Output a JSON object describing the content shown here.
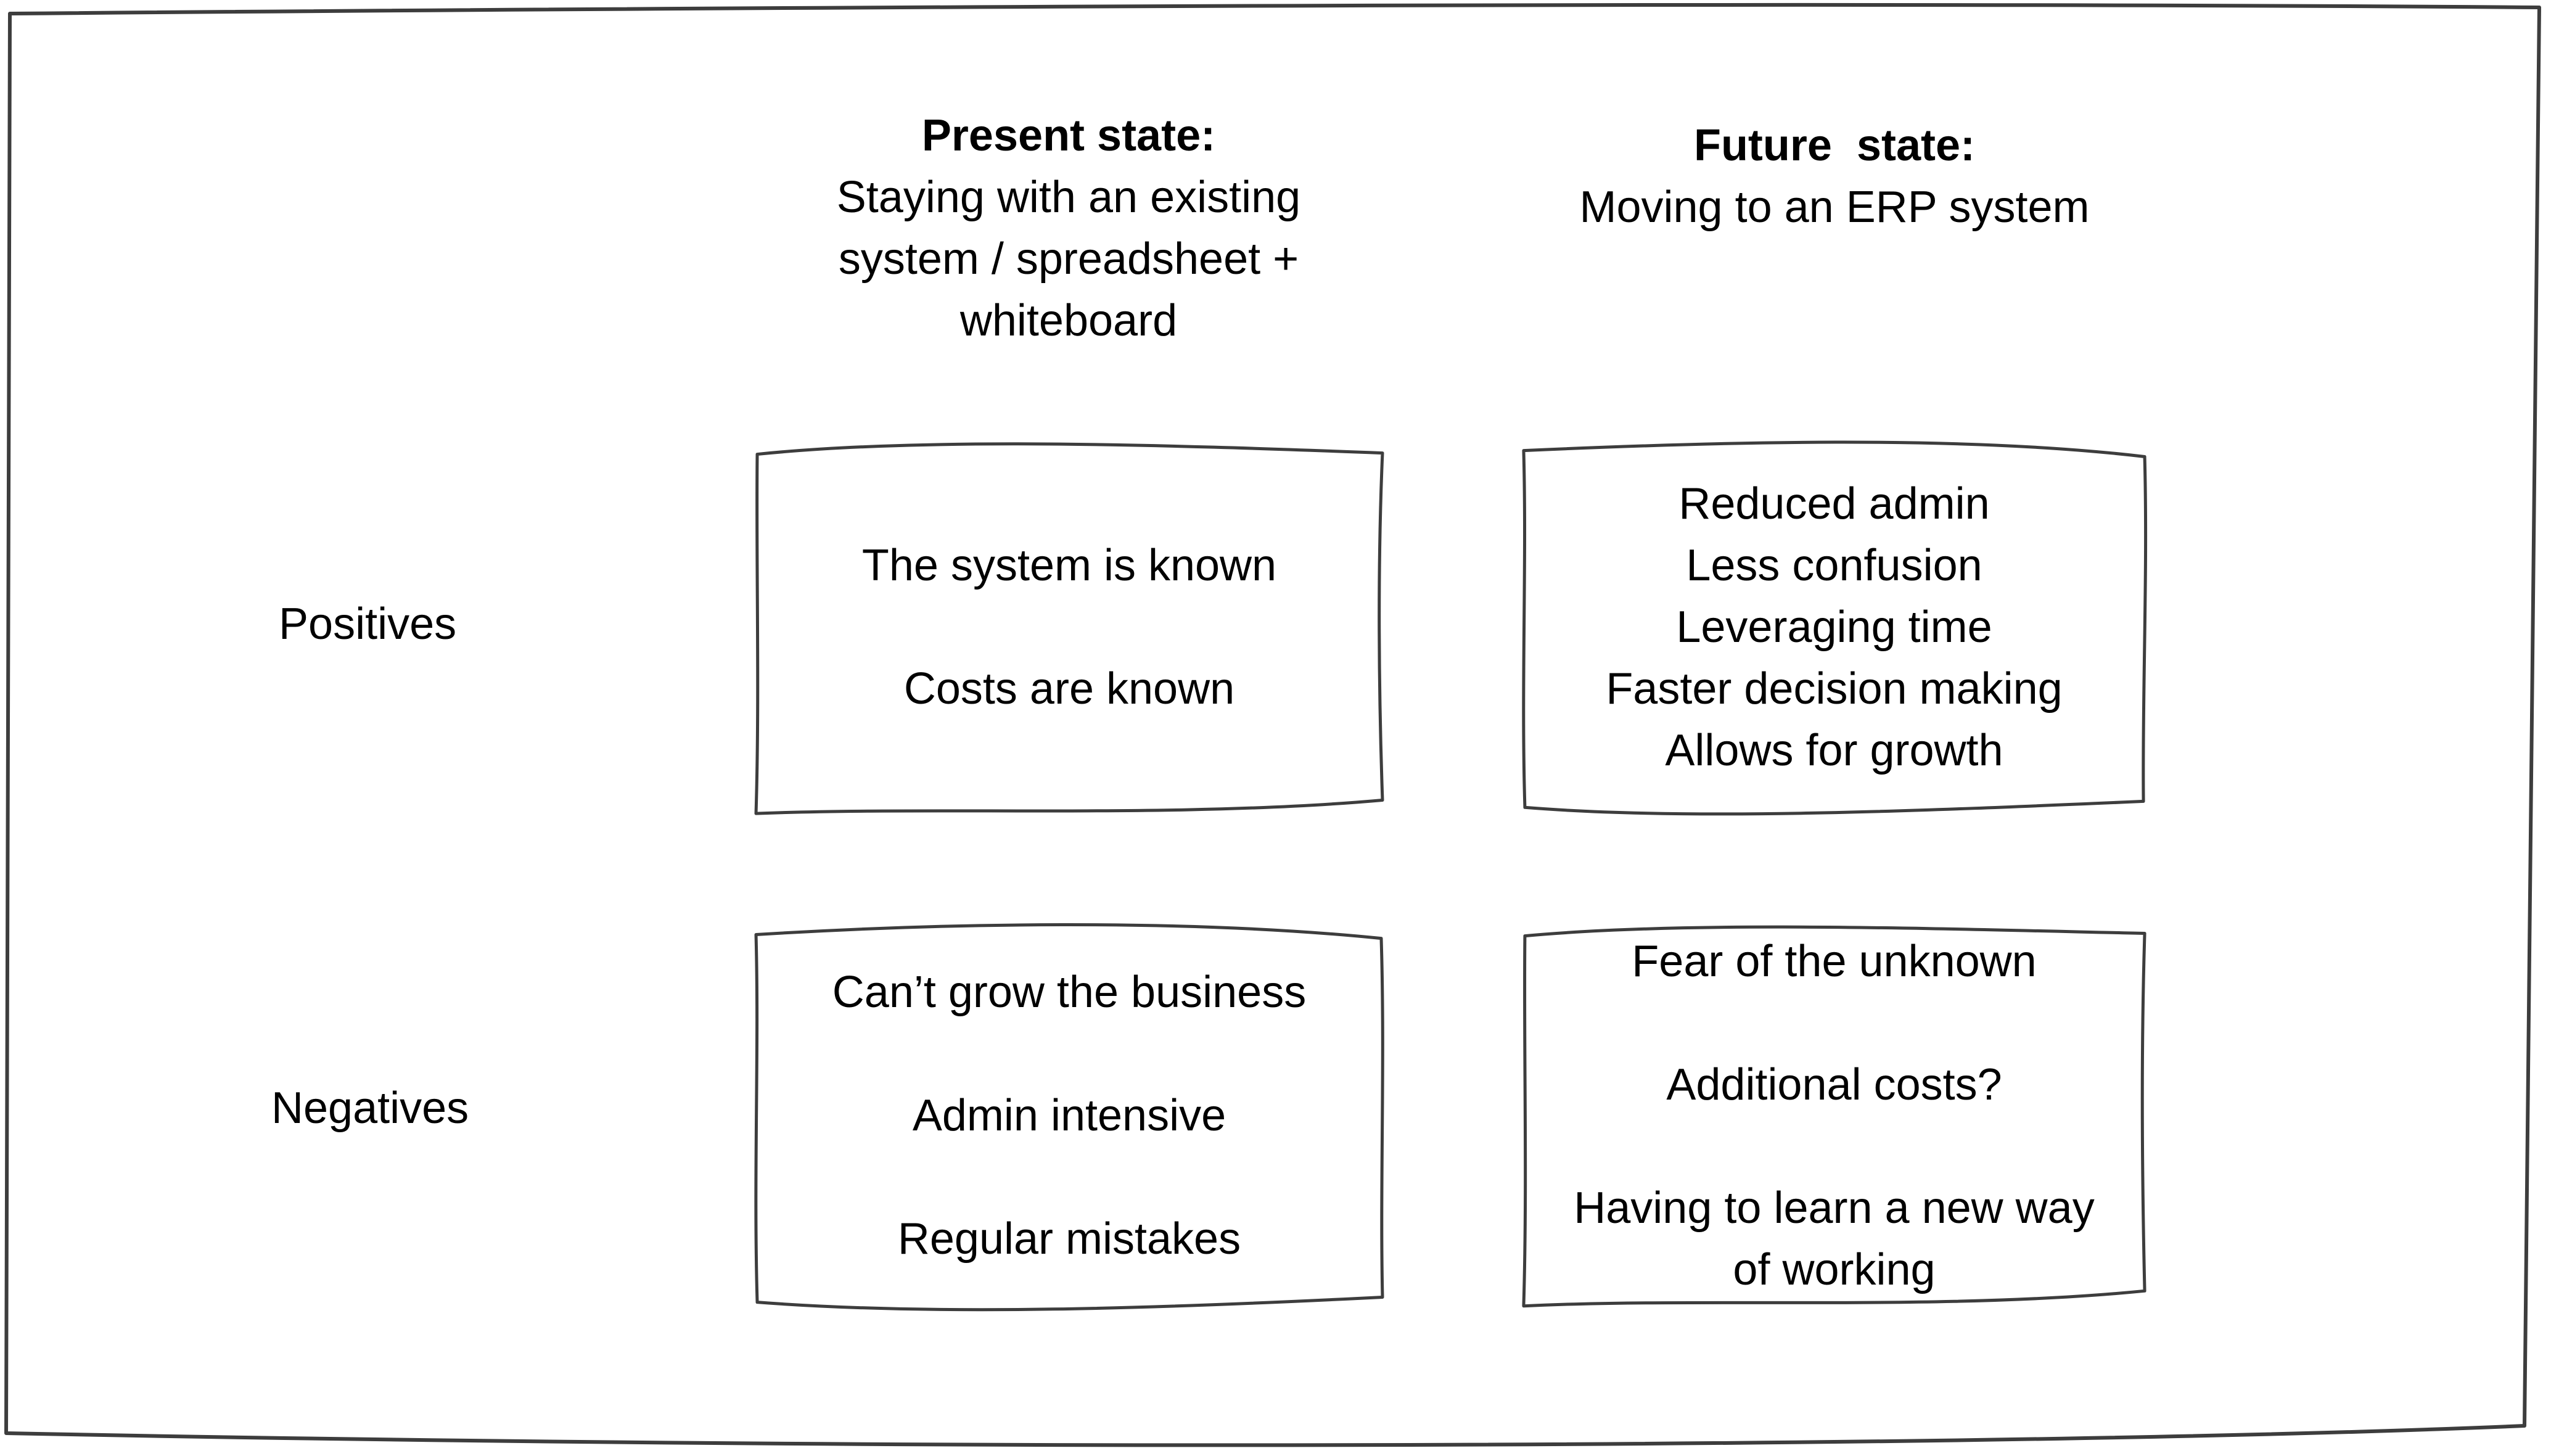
{
  "canvas": {
    "background": "#ffffff",
    "frame_color": "#3d3d3d",
    "text_color": "#000000"
  },
  "columns": {
    "present": {
      "title": "Present state:",
      "sub1": "Staying with an existing",
      "sub2": "system / spreadsheet +",
      "sub3": "whiteboard"
    },
    "future": {
      "title": "Future  state:",
      "sub1": "Moving to an ERP system"
    }
  },
  "rows": {
    "positives": "Positives",
    "negatives": "Negatives"
  },
  "boxes": {
    "present_positives": {
      "item1": "The system is known",
      "item2": "Costs are known"
    },
    "future_positives": {
      "item1": "Reduced admin",
      "item2": "Less confusion",
      "item3": "Leveraging time",
      "item4": "Faster decision making",
      "item5": "Allows for growth"
    },
    "present_negatives": {
      "item1": "Can’t grow the business",
      "item2": "Admin intensive",
      "item3": "Regular mistakes"
    },
    "future_negatives": {
      "item1": "Fear of the unknown",
      "item2": "Additional costs?",
      "item3": "Having to learn a new way of working"
    }
  }
}
